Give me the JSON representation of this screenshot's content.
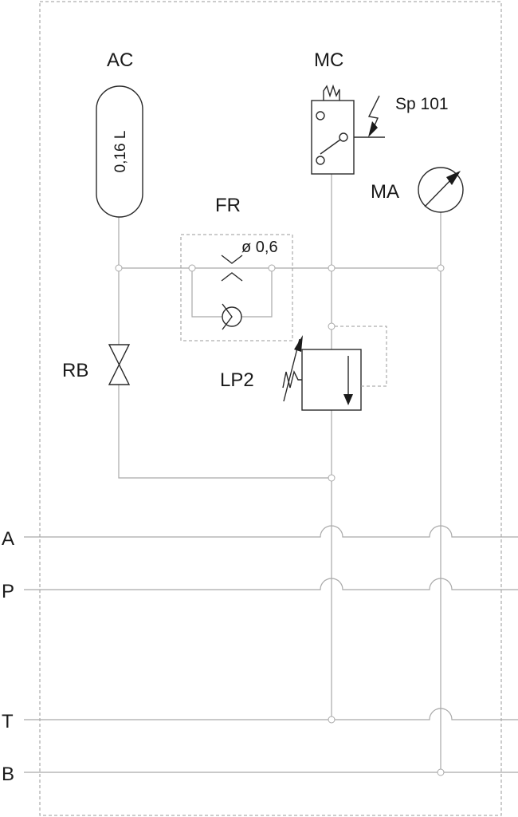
{
  "components": {
    "accumulator": {
      "label": "AC",
      "volume": "0,16 L"
    },
    "pressure_switch": {
      "label": "MC",
      "setting": "Sp 101"
    },
    "flow_regulator": {
      "label": "FR",
      "orifice": "ø 0,6"
    },
    "manometer": {
      "label": "MA"
    },
    "ball_valve": {
      "label": "RB"
    },
    "pressure_valve": {
      "label": "LP2"
    }
  },
  "ports": [
    {
      "label": "A"
    },
    {
      "label": "P"
    },
    {
      "label": "T"
    },
    {
      "label": "B"
    }
  ]
}
